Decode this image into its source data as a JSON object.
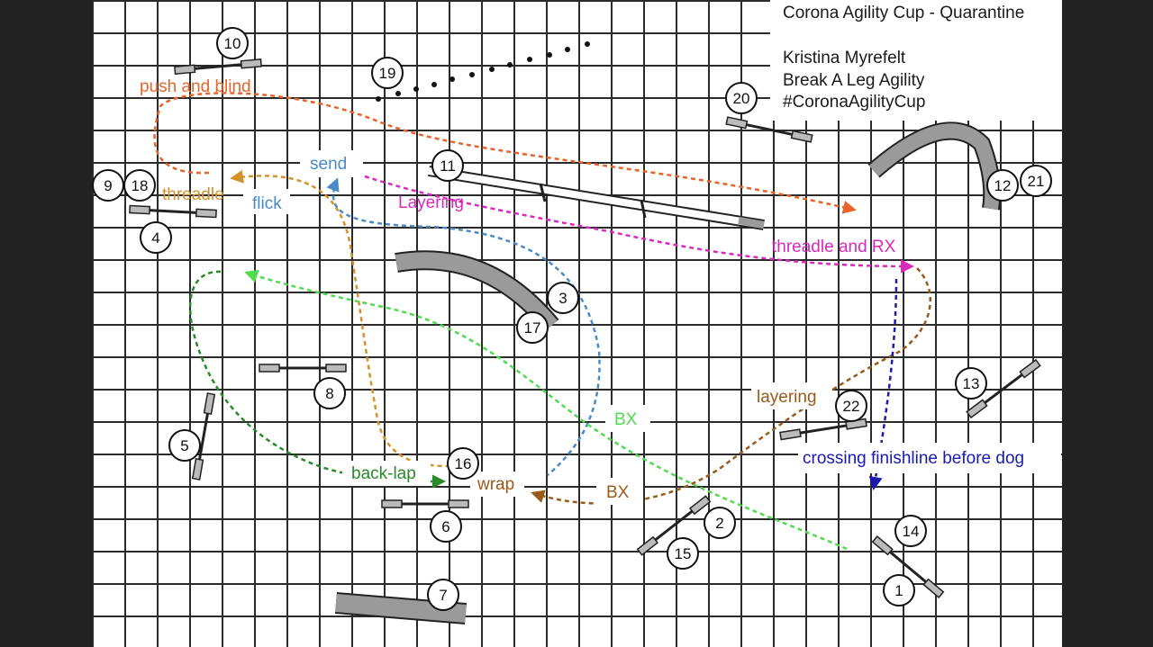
{
  "header": {
    "title": "Corona Agility Cup - Quarantine",
    "author": "Kristina Myrefelt",
    "club": "Break A Leg Agility",
    "hashtag": "#CoronaAgilityCup"
  },
  "colors": {
    "background": "#232323",
    "grid": "#2b2b2b",
    "push_and_blind": "#e8642a",
    "threadle": "#d4922a",
    "send": "#4a8ac8",
    "layering": "#d92ac0",
    "green_path": "#2a8a2a",
    "bx_light": "#4fdc4f",
    "brown_path": "#9a5a1a",
    "finish": "#1a1ab0"
  },
  "labels": {
    "push_and_blind": "push and blind",
    "threadle": "threadle",
    "flick": "flick",
    "send": "send",
    "layering_pink": "Layering",
    "threadle_and_rx": "threadle and RX",
    "layering_brown": "layering",
    "bx_green": "BX",
    "bx_brown": "BX",
    "back_lap": "back-lap",
    "wrap": "wrap",
    "crossing": "crossing finishline before dog"
  },
  "obstacle_numbers": {
    "n1": "1",
    "n2": "2",
    "n3": "3",
    "n4": "4",
    "n5": "5",
    "n6": "6",
    "n7": "7",
    "n8": "8",
    "n9": "9",
    "n10": "10",
    "n11": "11",
    "n12": "12",
    "n13": "13",
    "n14": "14",
    "n15": "15",
    "n16": "16",
    "n17": "17",
    "n18": "18",
    "n19": "19",
    "n20": "20",
    "n21": "21",
    "n22": "22"
  }
}
